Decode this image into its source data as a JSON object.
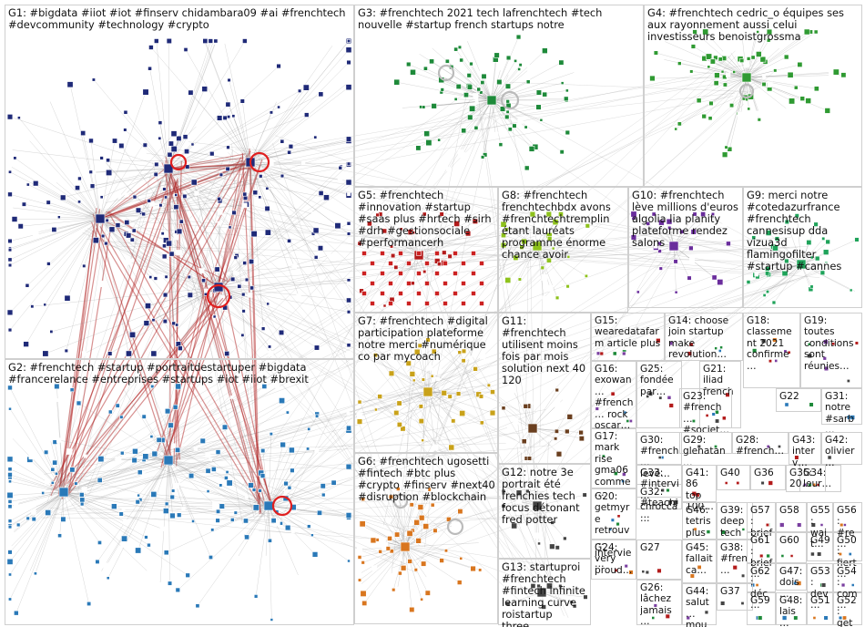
{
  "groups": [
    {
      "id": "G1",
      "text": "G1: #bigdata #iiot #iot #finserv chidambara09 #ai #frenchtech #devcommunity #technology #crypto",
      "color": "#1f2a78"
    },
    {
      "id": "G2",
      "text": "G2: #frenchtech #startup #portraitdestartuper #bigdata #francerelance #entreprises #startups #iot #iiot #brexit",
      "color": "#2a79b8"
    },
    {
      "id": "G3",
      "text": "G3: #frenchtech 2021 tech lafrenchtech #tech nouvelle #startup french startups notre",
      "color": "#1e8a3a"
    },
    {
      "id": "G4",
      "text": "G4: #frenchtech cedric_o équipes ses aux rayonnement aussi celui investisseurs benoistgrossma",
      "color": "#2f9a32"
    },
    {
      "id": "G5",
      "text": "G5: #frenchtech #innovation #startup #saas plus #hrtech #sirh #drh #gestionsociale #performancerh",
      "color": "#b31b1b"
    },
    {
      "id": "G6",
      "text": "G6: #frenchtech ugosetti #fintech #btc plus #crypto #finserv #next40 #disruption #blockchain",
      "color": "#d9761f"
    },
    {
      "id": "G7",
      "text": "G7: #frenchtech #digital participation plateforme notre merci #numérique co par mycoach",
      "color": "#c9a21a"
    },
    {
      "id": "G8",
      "text": "G8: #frenchtech frenchtechbdx avons #frenchtechtremplin étant lauréats programme énorme chance avoir",
      "color": "#8ec21c"
    },
    {
      "id": "G9",
      "text": "G9: merci notre #cotedazurfrance #frenchtech cannesisup dda vizua3d flamingofilter #startup #cannes",
      "color": "#1fa35a"
    },
    {
      "id": "G10",
      "text": "G10: #frenchtech lève millions d'euros algolia lia planity plateforme rendez salons",
      "color": "#6a2d9c"
    },
    {
      "id": "G11",
      "text": "G11: #frenchtech utilisent moins fois par mois solution next 40 120",
      "color": "#6a3f1f"
    },
    {
      "id": "G12",
      "text": "G12: notre 3e portrait été frenchies tech focus détonant fred potter",
      "color": "#444"
    },
    {
      "id": "G13",
      "text": "G13: startuproi #frenchtech #fintech infinite learning curve roistartup three…",
      "color": "#444"
    },
    {
      "id": "G14",
      "text": "G14: choose join startup make revolution…",
      "color": "#444"
    },
    {
      "id": "G15",
      "text": "G15: wearedatafarm article plus",
      "color": "#444"
    },
    {
      "id": "G16",
      "text": "G16: exowan… #french… rock oscar…",
      "color": "#444"
    },
    {
      "id": "G17",
      "text": "G17: mark rise gma06 comme…",
      "color": "#444"
    },
    {
      "id": "G18",
      "text": "G18: classement 2021 confirme…",
      "color": "#444"
    },
    {
      "id": "G19",
      "text": "G19: toutes conditions sont réunies…",
      "color": "#444"
    },
    {
      "id": "G20",
      "text": "G20: getmyre retrouv… intervie…",
      "color": "#444"
    },
    {
      "id": "G21",
      "text": "G21: iliad french",
      "color": "#444"
    },
    {
      "id": "G22",
      "text": "G22",
      "color": "#444"
    },
    {
      "id": "G23",
      "text": "G23: #french… #societ…",
      "color": "#444"
    },
    {
      "id": "G24",
      "text": "G24: very proud…",
      "color": "#444"
    },
    {
      "id": "G25",
      "text": "G25: fondée par…",
      "color": "#444"
    },
    {
      "id": "G26",
      "text": "G26: lâchez jamais…",
      "color": "#444"
    },
    {
      "id": "G27",
      "text": "G27",
      "color": "#444"
    },
    {
      "id": "G28",
      "text": "G28: #french…",
      "color": "#444"
    },
    {
      "id": "G29",
      "text": "G29: glenatan…",
      "color": "#444"
    },
    {
      "id": "G30",
      "text": "G30: #french… levé…",
      "color": "#444"
    },
    {
      "id": "G31",
      "text": "G31: notre #sarb…",
      "color": "#444"
    },
    {
      "id": "G32",
      "text": "G32: #teachi…",
      "color": "#444"
    },
    {
      "id": "G33",
      "text": "G33: #intervi… chrocca…",
      "color": "#444"
    },
    {
      "id": "G34",
      "text": "G34: leur…",
      "color": "#444"
    },
    {
      "id": "G35",
      "text": "G35: 20…",
      "color": "#444"
    },
    {
      "id": "G36",
      "text": "G36",
      "color": "#444"
    },
    {
      "id": "G37",
      "text": "G37",
      "color": "#444"
    },
    {
      "id": "G38",
      "text": "G38: #fren…",
      "color": "#444"
    },
    {
      "id": "G39",
      "text": "G39: deep tech",
      "color": "#444"
    },
    {
      "id": "G40",
      "text": "G40",
      "color": "#444"
    },
    {
      "id": "G41",
      "text": "G41: 86 top 100…",
      "color": "#444"
    },
    {
      "id": "G42",
      "text": "G42: olivier…",
      "color": "#444"
    },
    {
      "id": "G43",
      "text": "G43: interv…",
      "color": "#444"
    },
    {
      "id": "G44",
      "text": "G44: salut… mou…",
      "color": "#444"
    },
    {
      "id": "G45",
      "text": "G45: fallait ca…",
      "color": "#444"
    },
    {
      "id": "G46",
      "text": "G46: tetris plus",
      "color": "#444"
    },
    {
      "id": "G47",
      "text": "G47: dois…",
      "color": "#444"
    },
    {
      "id": "G48",
      "text": "G48: lais…",
      "color": "#444"
    },
    {
      "id": "G49",
      "text": "G49",
      "color": "#444"
    },
    {
      "id": "G50",
      "text": "G50: fiert…",
      "color": "#444"
    },
    {
      "id": "G51",
      "text": "G51",
      "color": "#444"
    },
    {
      "id": "G52",
      "text": "G52: get…",
      "color": "#444"
    },
    {
      "id": "G53",
      "text": "G53: dev…",
      "color": "#444"
    },
    {
      "id": "G54",
      "text": "G54: com…",
      "color": "#444"
    },
    {
      "id": "G55",
      "text": "G55: wait…",
      "color": "#444"
    },
    {
      "id": "G56",
      "text": "G56: #re…",
      "color": "#444"
    },
    {
      "id": "G57",
      "text": "G57: brief",
      "color": "#444"
    },
    {
      "id": "G58",
      "text": "G58",
      "color": "#444"
    },
    {
      "id": "G59",
      "text": "G59",
      "color": "#444"
    },
    {
      "id": "G60",
      "text": "G60",
      "color": "#444"
    },
    {
      "id": "G61",
      "text": "G61: brief…",
      "color": "#444"
    },
    {
      "id": "G62",
      "text": "G62: déc…",
      "color": "#444"
    }
  ]
}
